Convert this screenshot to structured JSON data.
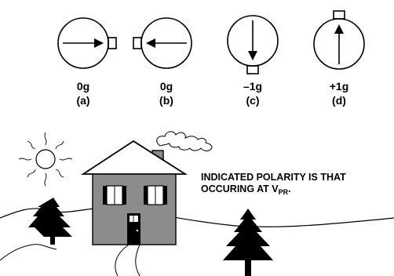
{
  "orientations": [
    {
      "value": "0g",
      "label": "(a)",
      "arrow": "right",
      "pin": "right"
    },
    {
      "value": "0g",
      "label": "(b)",
      "arrow": "left",
      "pin": "left"
    },
    {
      "value": "–1g",
      "label": "(c)",
      "arrow": "down",
      "pin": "bottom"
    },
    {
      "value": "+1g",
      "label": "(d)",
      "arrow": "up",
      "pin": "top"
    }
  ],
  "note": {
    "line1": "INDICATED POLARITY IS THAT",
    "line2_main": "OCCURING AT V",
    "line2_sub": "PR",
    "line2_end": "."
  },
  "colors": {
    "ink": "#000000",
    "house_fill": "#8c8c8c",
    "paper": "#ffffff"
  }
}
